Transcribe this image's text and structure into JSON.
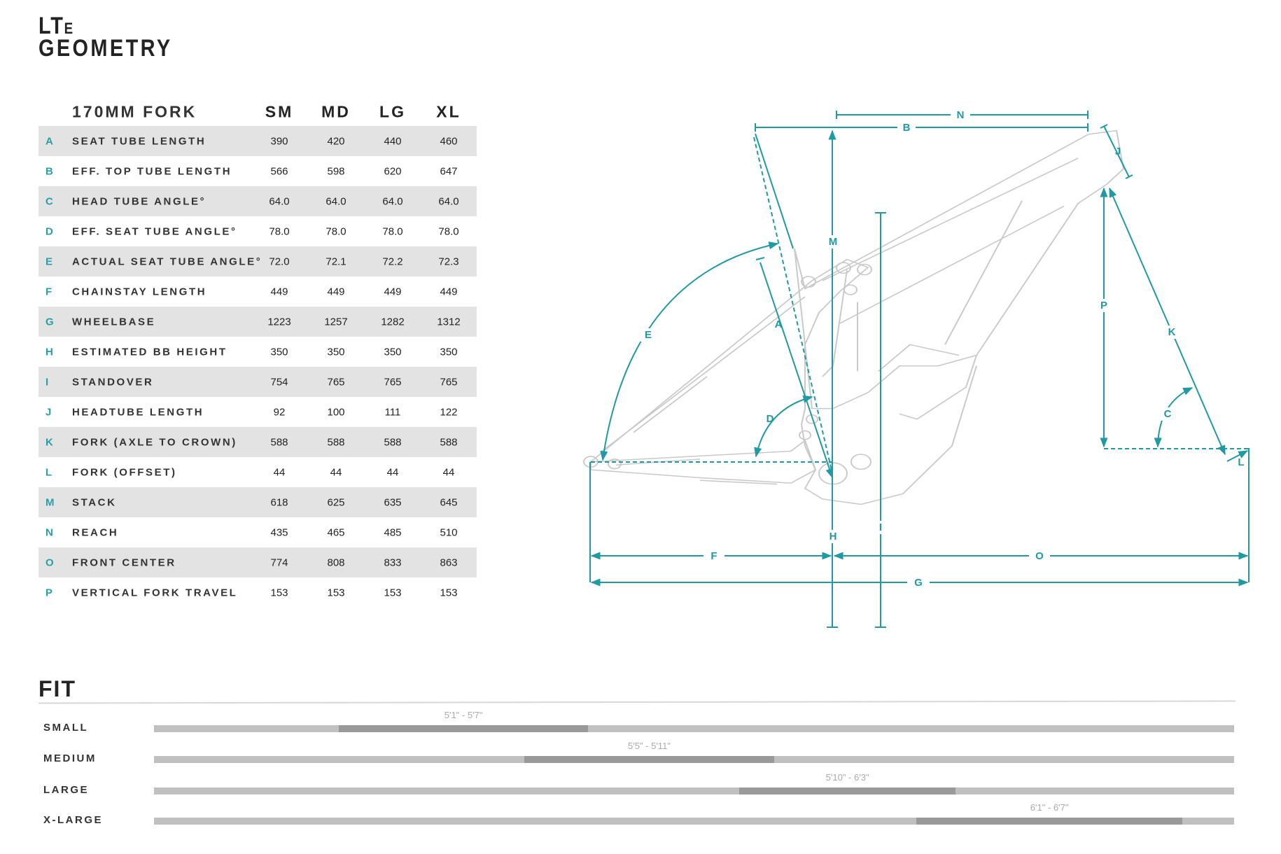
{
  "title": {
    "model": "LT",
    "model_suffix": "E",
    "heading": "GEOMETRY"
  },
  "table": {
    "header": "170MM FORK",
    "sizes": [
      "SM",
      "MD",
      "LG",
      "XL"
    ],
    "rows": [
      {
        "letter": "A",
        "label": "SEAT TUBE LENGTH",
        "values": [
          "390",
          "420",
          "440",
          "460"
        ]
      },
      {
        "letter": "B",
        "label": "EFF. TOP TUBE LENGTH",
        "values": [
          "566",
          "598",
          "620",
          "647"
        ]
      },
      {
        "letter": "C",
        "label": "HEAD TUBE ANGLE°",
        "values": [
          "64.0",
          "64.0",
          "64.0",
          "64.0"
        ]
      },
      {
        "letter": "D",
        "label": "EFF. SEAT TUBE ANGLE°",
        "values": [
          "78.0",
          "78.0",
          "78.0",
          "78.0"
        ]
      },
      {
        "letter": "E",
        "label": "ACTUAL SEAT TUBE ANGLE°",
        "values": [
          "72.0",
          "72.1",
          "72.2",
          "72.3"
        ]
      },
      {
        "letter": "F",
        "label": "CHAINSTAY LENGTH",
        "values": [
          "449",
          "449",
          "449",
          "449"
        ]
      },
      {
        "letter": "G",
        "label": "WHEELBASE",
        "values": [
          "1223",
          "1257",
          "1282",
          "1312"
        ]
      },
      {
        "letter": "H",
        "label": "ESTIMATED BB HEIGHT",
        "values": [
          "350",
          "350",
          "350",
          "350"
        ]
      },
      {
        "letter": "I",
        "label": "STANDOVER",
        "values": [
          "754",
          "765",
          "765",
          "765"
        ]
      },
      {
        "letter": "J",
        "label": "HEADTUBE LENGTH",
        "values": [
          "92",
          "100",
          "111",
          "122"
        ]
      },
      {
        "letter": "K",
        "label": "FORK (AXLE TO CROWN)",
        "values": [
          "588",
          "588",
          "588",
          "588"
        ]
      },
      {
        "letter": "L",
        "label": "FORK (OFFSET)",
        "values": [
          "44",
          "44",
          "44",
          "44"
        ]
      },
      {
        "letter": "M",
        "label": "STACK",
        "values": [
          "618",
          "625",
          "635",
          "645"
        ]
      },
      {
        "letter": "N",
        "label": "REACH",
        "values": [
          "435",
          "465",
          "485",
          "510"
        ]
      },
      {
        "letter": "O",
        "label": "FRONT CENTER",
        "values": [
          "774",
          "808",
          "833",
          "863"
        ]
      },
      {
        "letter": "P",
        "label": "VERTICAL FORK TRAVEL",
        "values": [
          "153",
          "153",
          "153",
          "153"
        ]
      }
    ]
  },
  "diagram_labels": {
    "A": "A",
    "B": "B",
    "C": "C",
    "D": "D",
    "E": "E",
    "F": "F",
    "G": "G",
    "H": "H",
    "I": "I",
    "J": "J",
    "K": "K",
    "L": "L",
    "M": "M",
    "N": "N",
    "O": "O",
    "P": "P"
  },
  "fit": {
    "title": "FIT",
    "rows": [
      {
        "label": "SMALL",
        "range": "5'1\" - 5'7\"",
        "start": 0.171,
        "end": 0.402
      },
      {
        "label": "MEDIUM",
        "range": "5'5\" - 5'11\"",
        "start": 0.343,
        "end": 0.574
      },
      {
        "label": "LARGE",
        "range": "5'10\" - 6'3\"",
        "start": 0.542,
        "end": 0.742
      },
      {
        "label": "X-LARGE",
        "range": "6'1\" - 6'7\"",
        "start": 0.706,
        "end": 0.952
      }
    ]
  },
  "colors": {
    "accent": "#1f9aa3",
    "row_shade": "#e4e3e3",
    "bar": "#c0c0c0",
    "bar_fill": "#999999"
  }
}
